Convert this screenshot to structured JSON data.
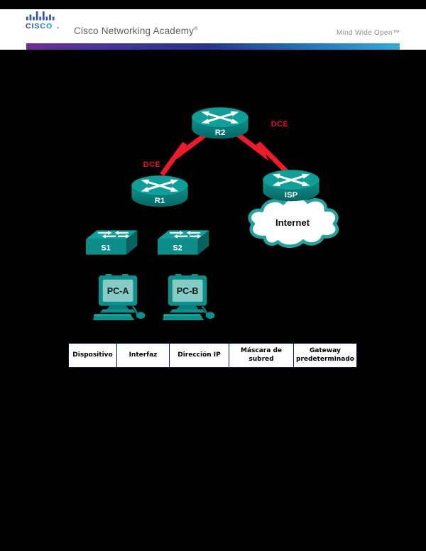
{
  "header": {
    "logo_text": "CISCO",
    "brand": "Cisco Networking Academy",
    "brand_mark": "®",
    "tagline": "Mind Wide Open™",
    "colors": {
      "top_bar": "#000000",
      "band": "#ffffff",
      "gradient_left": "#6f2c91",
      "gradient_mid": "#27348b",
      "gradient_right": "#35aadc",
      "brand_gray": "#5f5f61",
      "tagline_gray": "#8b8d90"
    }
  },
  "diagram": {
    "routers": [
      {
        "id": "R2",
        "label": "R2"
      },
      {
        "id": "R1",
        "label": "R1"
      },
      {
        "id": "ISP",
        "label": "ISP"
      }
    ],
    "switches": [
      {
        "id": "S1",
        "label": "S1"
      },
      {
        "id": "S2",
        "label": "S2"
      }
    ],
    "pcs": [
      {
        "id": "PC-A",
        "label": "PC-A"
      },
      {
        "id": "PC-B",
        "label": "PC-B"
      }
    ],
    "cloud_label": "Internet",
    "links": [
      {
        "from": "R2",
        "to": "R1",
        "type": "serial"
      },
      {
        "from": "R2",
        "to": "ISP",
        "type": "serial"
      }
    ],
    "link_labels": [
      {
        "text": "DCE"
      },
      {
        "text": "DCE"
      }
    ],
    "colors": {
      "device_teal": "#0d8f8c",
      "device_teal_light": "#109e99",
      "device_teal_dark": "#076663",
      "screen_teal": "#87cbc7",
      "serial_red": "#ee1b2b",
      "cloud_border": "#23a39e",
      "background": "#000000"
    }
  },
  "table": {
    "headers": [
      "Dispositivo",
      "Interfaz",
      "Dirección IP",
      "Máscara de subred",
      "Gateway predeterminado"
    ],
    "border_color": "#0c1c38",
    "cell_bg": "#fdfdfe"
  }
}
